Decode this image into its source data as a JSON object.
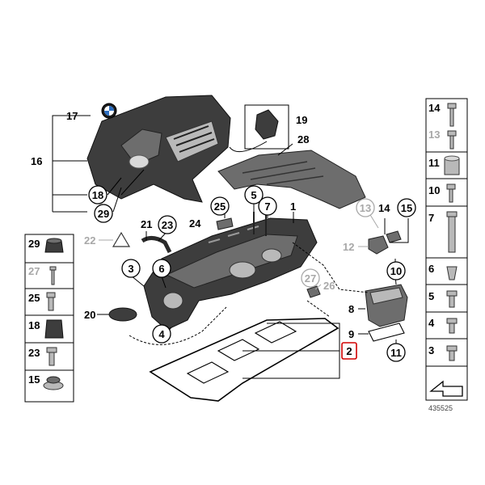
{
  "diagram_id": "435525",
  "callouts": {
    "c1": "1",
    "c2": "2",
    "c3": "3",
    "c4": "4",
    "c5": "5",
    "c6": "6",
    "c7": "7",
    "c8": "8",
    "c9": "9",
    "c10": "10",
    "c11": "11",
    "c12": "12",
    "c13": "13",
    "c14": "14",
    "c15": "15",
    "c16": "16",
    "c17": "17",
    "c18": "18",
    "c19": "19",
    "c20": "20",
    "c21": "21",
    "c22": "22",
    "c23": "23",
    "c24": "24",
    "c25": "25",
    "c26": "26",
    "c27": "27",
    "c28": "28",
    "c29": "29"
  },
  "left_legend": [
    "29",
    "27",
    "25",
    "18",
    "23",
    "15"
  ],
  "right_legend": [
    "14",
    "13",
    "11",
    "10",
    "7",
    "6",
    "5",
    "4",
    "3"
  ],
  "greyed_items": [
    "12",
    "13",
    "22",
    "26",
    "27"
  ],
  "highlighted_item": "2",
  "colors": {
    "highlight": "#d10000",
    "greyed": "#a8a8a8",
    "part_dark": "#3d3d3d"
  }
}
